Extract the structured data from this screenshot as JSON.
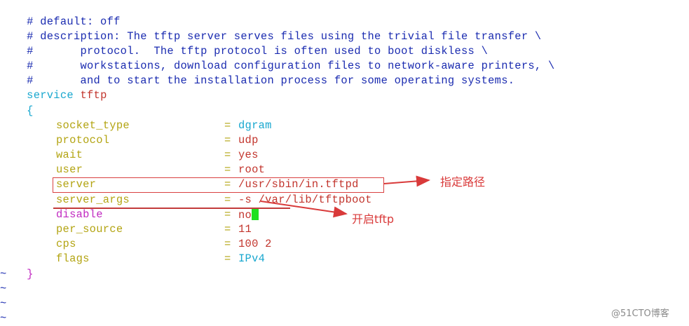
{
  "comments": [
    {
      "hash": "#",
      "text": " default: off"
    },
    {
      "hash": "#",
      "text": " description: The tftp server serves files using the trivial file transfer \\"
    },
    {
      "hash": "#",
      "text": "       protocol.  The tftp protocol is often used to boot diskless \\"
    },
    {
      "hash": "#",
      "text": "       workstations, download configuration files to network-aware printers, \\"
    },
    {
      "hash": "#",
      "text": "       and to start the installation process for some operating systems."
    }
  ],
  "service": {
    "keyword": "service",
    "name": "tftp",
    "open_brace": "{",
    "close_brace": "}"
  },
  "attributes": [
    {
      "key": "socket_type",
      "eq": "=",
      "value": "dgram"
    },
    {
      "key": "protocol",
      "eq": "=",
      "value": "udp"
    },
    {
      "key": "wait",
      "eq": "=",
      "value": "yes"
    },
    {
      "key": "user",
      "eq": "=",
      "value": "root"
    },
    {
      "key": "server",
      "eq": "=",
      "value": "/usr/sbin/in.tftpd"
    },
    {
      "key": "server_args",
      "eq": "=",
      "value": "-s /var/lib/tftpboot"
    },
    {
      "key": "disable",
      "eq": "=",
      "value": "no"
    },
    {
      "key": "per_source",
      "eq": "=",
      "value": "11"
    },
    {
      "key": "cps",
      "eq": "=",
      "value": "100 2"
    },
    {
      "key": "flags",
      "eq": "=",
      "value": "IPv4"
    }
  ],
  "tildes": [
    "~",
    "~",
    "~",
    "~"
  ],
  "annotations": {
    "path_label": "指定路径",
    "enable_label": "开启tftp"
  },
  "watermark": "@51CTO博客",
  "colors": {
    "comment": "#1a2bb0",
    "keyword": "#18a7cf",
    "service_name": "#c2342c",
    "attr_key": "#b3a412",
    "disable_key": "#c129c1",
    "value": "#c2342c",
    "tilde": "#1a2bb0",
    "cursor": "#20e020",
    "annotation": "#d93a3a"
  }
}
